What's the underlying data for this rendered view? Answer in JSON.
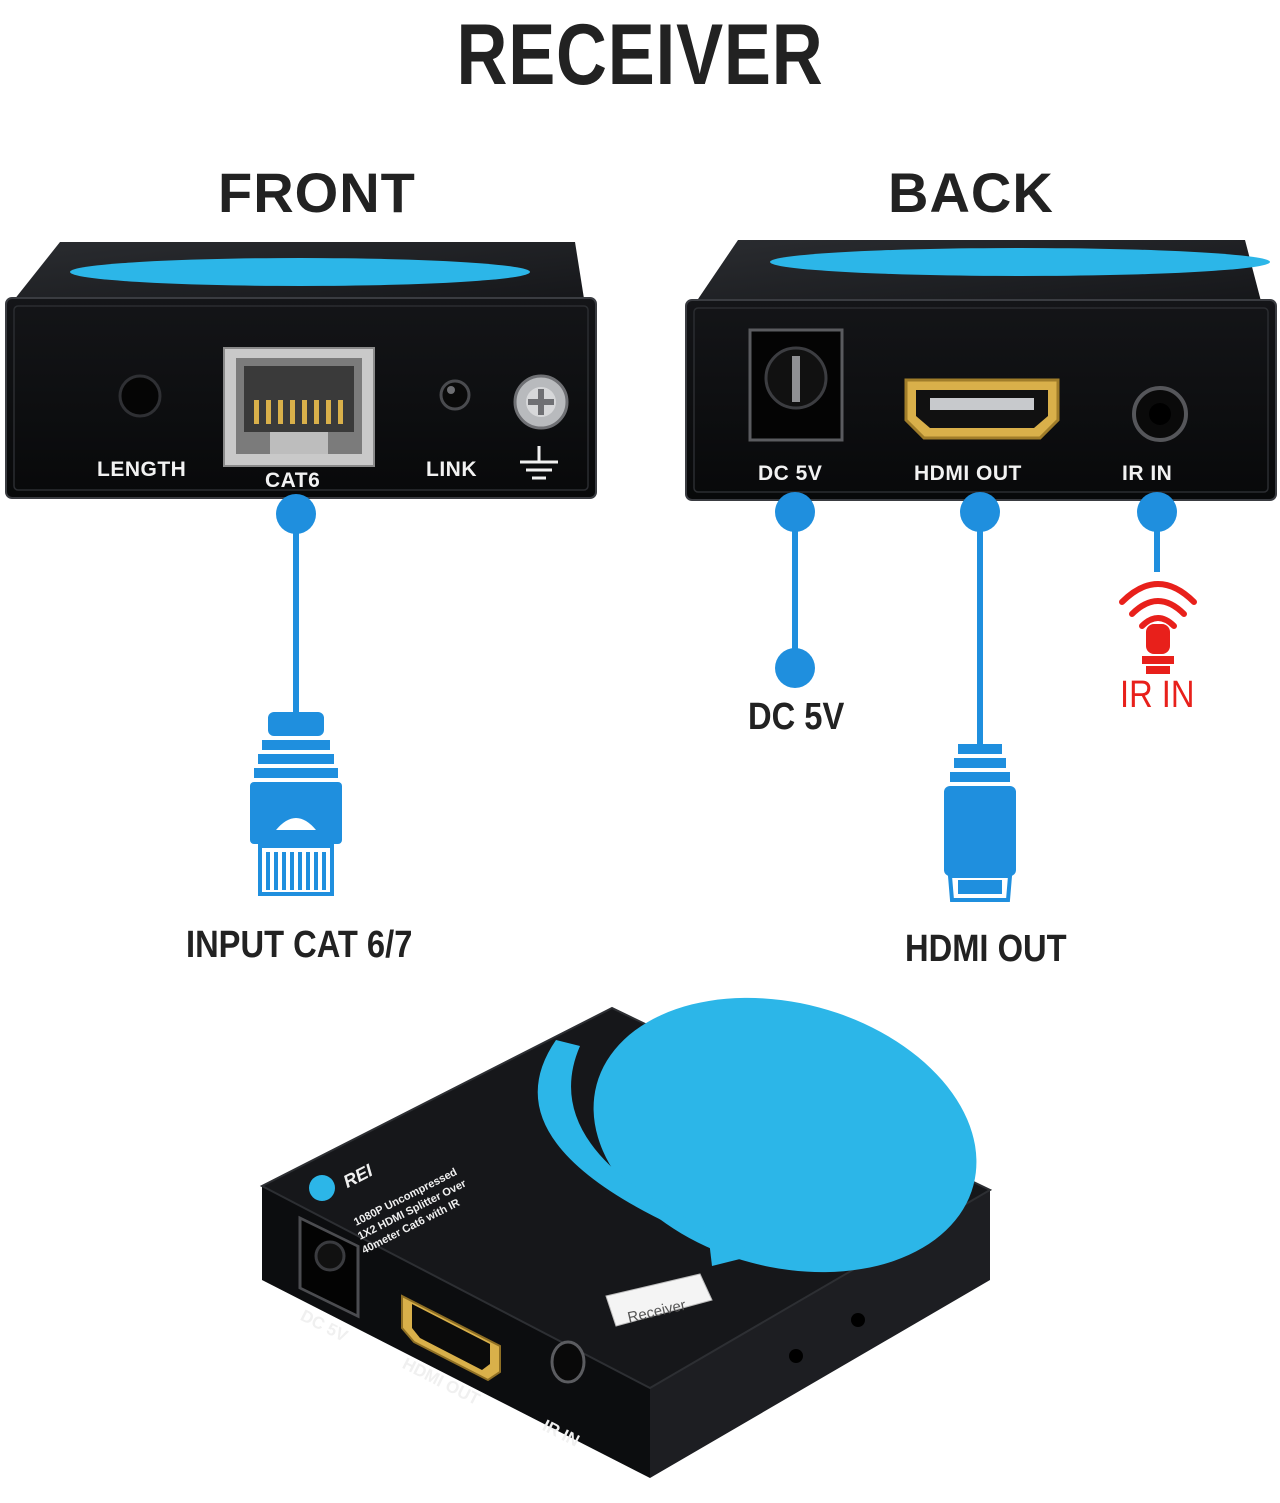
{
  "title": "RECEIVER",
  "sections": {
    "front": "FRONT",
    "back": "BACK"
  },
  "front_panel": {
    "labels": [
      "LENGTH",
      "CAT6",
      "LINK"
    ]
  },
  "back_panel": {
    "labels": [
      "DC 5V",
      "HDMI OUT",
      "IR IN"
    ]
  },
  "callouts": {
    "input_cat": "INPUT CAT 6/7",
    "dc": "DC 5V",
    "hdmi": "HDMI OUT",
    "ir": "IR IN"
  },
  "device": {
    "brand": "REI",
    "product_text": [
      "1080P Uncompressed",
      "1X2 HDMI Splitter Over",
      "40meter Cat6 with IR"
    ],
    "sticker": "Receiver",
    "port_labels": [
      "DC 5V",
      "HDMI OUT",
      "IR IN"
    ]
  },
  "colors": {
    "accent_blue": "#1f8fde",
    "device_blue": "#2cb6e8",
    "ir_red": "#e8201b",
    "device_body": "#1b1c1f"
  },
  "icons": [
    "ethernet-plug-icon",
    "hdmi-plug-icon",
    "ir-signal-icon",
    "ground-symbol-icon",
    "screw-icon"
  ]
}
